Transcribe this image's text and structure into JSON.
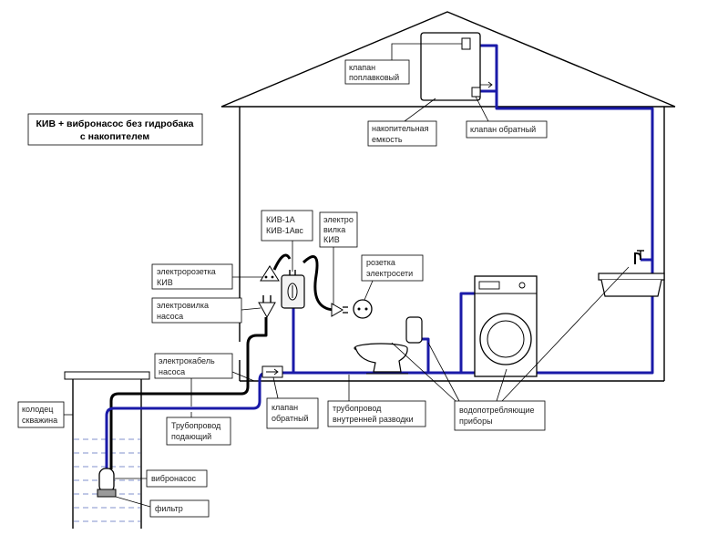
{
  "title_lines": [
    "КИВ + вибронасос без гидробака",
    "с накопителем"
  ],
  "labels": {
    "float_valve": [
      "клапан",
      "поплавковый"
    ],
    "storage_tank": [
      "накопительная",
      "емкость"
    ],
    "check_valve_top": [
      "клапан обратный"
    ],
    "kiv_model": [
      "КИВ-1А",
      "КИВ-1Авс"
    ],
    "kiv_plug": [
      "электро",
      "вилка",
      "КИВ"
    ],
    "mains_socket": [
      "розетка",
      "электросети"
    ],
    "kiv_socket": [
      "электророзетка",
      "КИВ"
    ],
    "pump_plug": [
      "электровилка",
      "насоса"
    ],
    "pump_cable": [
      "электрокабель",
      "насоса"
    ],
    "well": [
      "колодец",
      "скважина"
    ],
    "supply_pipe": [
      "Трубопровод",
      "подающий"
    ],
    "check_valve_bottom": [
      "клапан",
      "обратный"
    ],
    "internal_pipe": [
      "трубопровод",
      "внутренней разводки"
    ],
    "consumers": [
      "водопотребляющие",
      "приборы"
    ],
    "vibro_pump": [
      "вибронасос"
    ],
    "filter": [
      "фильтр"
    ]
  },
  "colors": {
    "pipe": "#1a1aa8",
    "cable": "#000000",
    "water_lines": "#5a6fbf",
    "wall": "#000000"
  },
  "icons": [
    "float-valve-icon",
    "storage-tank-icon",
    "check-valve-icon",
    "kiv-relay-icon",
    "socket-icon",
    "plug-icon",
    "toilet-icon",
    "water-heater-icon",
    "washing-machine-icon",
    "sink-icon",
    "faucet-icon",
    "vibration-pump-icon",
    "filter-icon",
    "well-icon"
  ]
}
